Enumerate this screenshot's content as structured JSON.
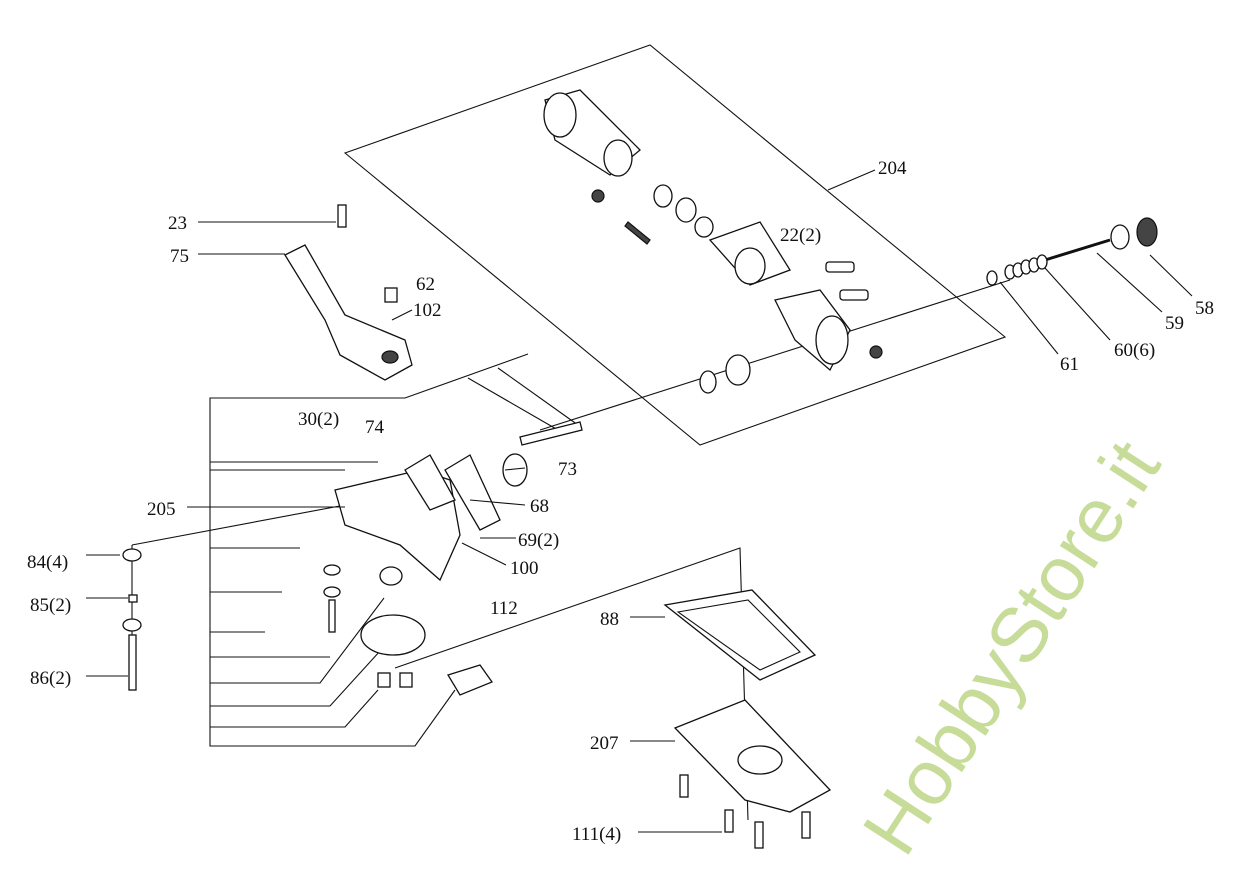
{
  "diagram": {
    "type": "exploded-parts-diagram",
    "watermark": "HobbyStore.it",
    "watermark_color": "#c3d98f",
    "labels": [
      "204",
      "23",
      "75",
      "62",
      "102",
      "22(2)",
      "58",
      "59",
      "60(6)",
      "61",
      "30(2)",
      "74",
      "73",
      "205",
      "68",
      "69(2)",
      "100",
      "84(4)",
      "85(2)",
      "112",
      "88",
      "86(2)",
      "207",
      "111(4)"
    ]
  }
}
